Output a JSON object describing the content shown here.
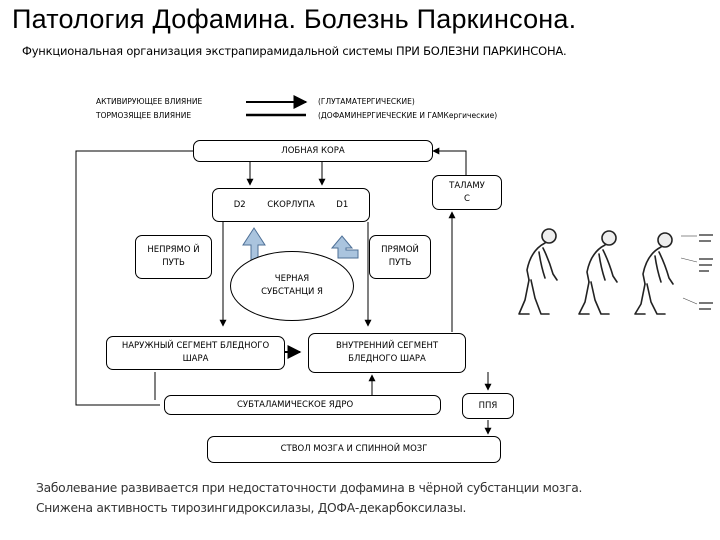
{
  "title": "Патология Дофамина. Болезнь Паркинсона.",
  "subtitle": "Функциональная организация экстрапирамидальной системы ПРИ БОЛЕЗНИ ПАРКИНСОНА.",
  "legend": {
    "activating_label": "АКТИВИРУЮЩЕЕ ВЛИЯНИЕ",
    "activating_type": "(ГЛУТАМАТЕРГИЧЕСКИЕ)",
    "inhibiting_label": "ТОРМОЗЯЩЕЕ ВЛИЯНИЕ",
    "inhibiting_type": "(ДОФАМИНЕРГИЕЧЕСКИЕ И ГАМКергические)"
  },
  "nodes": {
    "cortex": "ЛОБНАЯ КОРА",
    "thalamus": "ТАЛАМУ С",
    "d2": "D2",
    "putamen": "СКОРЛУПА",
    "d1": "D1",
    "indirect_path": "НЕПРЯМО Й ПУТЬ",
    "direct_path": "ПРЯМОЙ ПУТЬ",
    "substantia_nigra": "ЧЕРНАЯ СУБСТАНЦИ Я",
    "gpe": "НАРУЖНЫЙ СЕГМЕНТ БЛЕДНОГО ШАРА",
    "gpi": "ВНУТРЕННИЙ СЕГМЕНТ БЛЕДНОГО ШАРА",
    "stn": "СУБТАЛАМИЧЕСКОЕ ЯДРО",
    "ppn": "ППЯ",
    "brainstem": "СТВОЛ МОЗГА И СПИННОЙ МОЗГ"
  },
  "colors": {
    "dopamine_arrow_fill": "#aac4de",
    "dopamine_arrow_stroke": "#4d6f96",
    "caption_text": "#333333"
  },
  "caption": {
    "line1": "Заболевание развивается при недостаточности дофамина в чёрной субстанции мозга.",
    "line2": "Снижена активность тирозингидроксилазы, ДОФА-декарбоксилазы."
  }
}
